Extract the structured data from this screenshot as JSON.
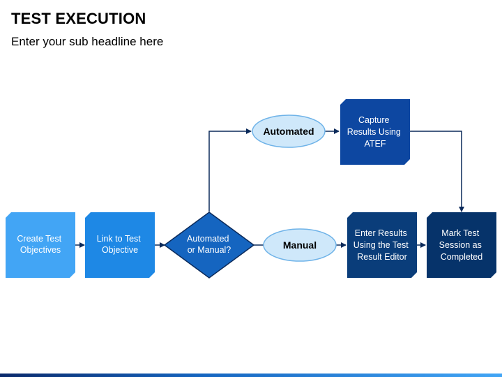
{
  "header": {
    "title": "TEST EXECUTION",
    "subtitle": "Enter your sub headline here"
  },
  "nodes": {
    "create_objectives": {
      "lines": [
        "Create Test",
        "Objectives"
      ],
      "color": "#42a5f5"
    },
    "link_objective": {
      "lines": [
        "Link to Test",
        "Objective"
      ],
      "color": "#1e88e5"
    },
    "decision": {
      "lines": [
        "Automated",
        "or Manual?"
      ],
      "color": "#1565c0"
    },
    "automated": {
      "label": "Automated"
    },
    "manual": {
      "label": "Manual"
    },
    "capture_results": {
      "lines": [
        "Capture",
        "Results Using",
        "ATEF"
      ],
      "color": "#0d47a1"
    },
    "enter_results": {
      "lines": [
        "Enter Results",
        "Using the Test",
        "Result Editor"
      ],
      "color": "#0a3d7a"
    },
    "mark_test": {
      "lines": [
        "Mark Test",
        "Session as",
        "Completed"
      ],
      "color": "#06336a"
    }
  },
  "colors": {
    "connector": "#0b2a5a",
    "oval_fill": "#cfe8fa",
    "oval_stroke": "#6fb3e8"
  }
}
